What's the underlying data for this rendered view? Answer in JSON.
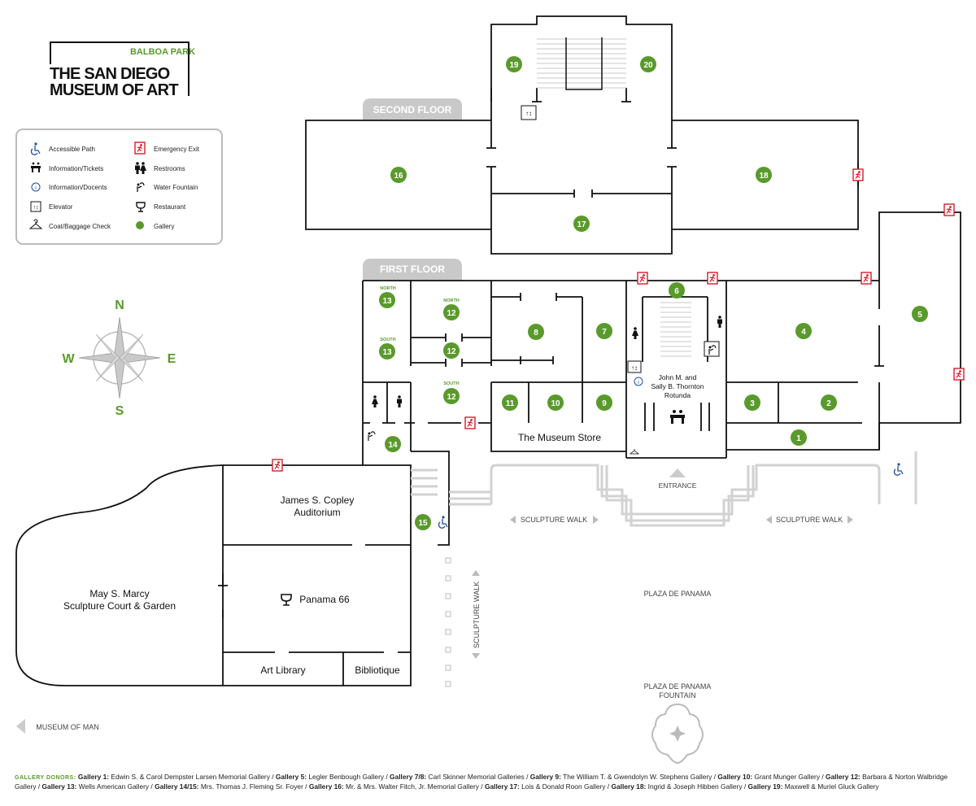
{
  "logo": {
    "top_line": "BALBOA PARK",
    "name_line1": "THE SAN DIEGO",
    "name_line2": "MUSEUM OF ART"
  },
  "colors": {
    "gallery_green": "#5a9a2c",
    "emergency_red": "#d21f2a",
    "accessible_blue": "#1f4fa0",
    "floor_tab_gray": "#c9c9c9",
    "wall": "#111111"
  },
  "floors": {
    "second": "SECOND FLOOR",
    "first": "FIRST FLOOR"
  },
  "legend": [
    {
      "icon": "accessible-icon",
      "label": "Accessible Path"
    },
    {
      "icon": "emergency-exit-icon",
      "label": "Emergency Exit"
    },
    {
      "icon": "information-tickets-icon",
      "label": "Information/Tickets"
    },
    {
      "icon": "restrooms-icon",
      "label": "Restrooms"
    },
    {
      "icon": "information-docents-icon",
      "label": "Information/Docents"
    },
    {
      "icon": "water-fountain-icon",
      "label": "Water Fountain"
    },
    {
      "icon": "elevator-icon",
      "label": "Elevator"
    },
    {
      "icon": "restaurant-icon",
      "label": "Restaurant"
    },
    {
      "icon": "coat-check-icon",
      "label": "Coat/Baggage Check"
    },
    {
      "icon": "gallery-dot-icon",
      "label": "Gallery"
    }
  ],
  "compass": {
    "n": "N",
    "s": "S",
    "e": "E",
    "w": "W"
  },
  "galleries": {
    "g1": "1",
    "g2": "2",
    "g3": "3",
    "g4": "4",
    "g5": "5",
    "g6": "6",
    "g7": "7",
    "g8": "8",
    "g9": "9",
    "g10": "10",
    "g11": "11",
    "g12n": "12",
    "g12m": "12",
    "g12s": "12",
    "g13n": "13",
    "g13s": "13",
    "g14": "14",
    "g15": "15",
    "g16": "16",
    "g17": "17",
    "g18": "18",
    "g19": "19",
    "g20": "20"
  },
  "gallery_tags": {
    "north_a": "NORTH",
    "north_b": "NORTH",
    "south_a": "SOUTH",
    "south_b": "SOUTH"
  },
  "places": {
    "rotunda_1": "John M. and",
    "rotunda_2": "Sally B. Thornton",
    "rotunda_3": "Rotunda",
    "store": "The Museum Store",
    "entrance": "ENTRANCE",
    "auditorium_1": "James S. Copley",
    "auditorium_2": "Auditorium",
    "sculpture_court_1": "May S. Marcy",
    "sculpture_court_2": "Sculpture Court & Garden",
    "restaurant": "Panama 66",
    "art_library": "Art Library",
    "bibliotique": "Bibliotique",
    "sculpture_walk_left": "SCULPTURE WALK",
    "sculpture_walk_right": "SCULPTURE WALK",
    "sculpture_walk_vertical": "SCULPTURE WALK",
    "plaza": "PLAZA DE PANAMA",
    "fountain_1": "PLAZA DE PANAMA",
    "fountain_2": "FOUNTAIN",
    "museum_of_man": "MUSEUM OF MAN"
  },
  "donors": {
    "heading": "GALLERY DONORS:",
    "entries": [
      {
        "g": "Gallery 1:",
        "t": " Edwin S. & Carol Dempster Larsen Memorial Gallery / "
      },
      {
        "g": "Gallery 5:",
        "t": " Legler Benbough Gallery / "
      },
      {
        "g": "Gallery 7/8:",
        "t": " Carl Skinner Memorial Galleries / "
      },
      {
        "g": "Gallery 9:",
        "t": " The William T. & Gwendolyn W. Stephens Gallery / "
      },
      {
        "g": "Gallery 10:",
        "t": " Grant Munger Gallery / "
      },
      {
        "g": "Gallery 12:",
        "t": " Barbara & Norton Walbridge Gallery / "
      },
      {
        "g": "Gallery 13:",
        "t": " Wells American Gallery / "
      },
      {
        "g": "Gallery 14/15:",
        "t": " Mrs. Thomas J. Fleming Sr. Foyer / "
      },
      {
        "g": "Gallery 16:",
        "t": " Mr. & Mrs. Walter Fitch, Jr. Memorial Gallery / "
      },
      {
        "g": "Gallery 17:",
        "t": " Lois & Donald Roon Gallery / "
      },
      {
        "g": "Gallery 18:",
        "t": " Ingrid & Joseph Hibben Gallery / "
      },
      {
        "g": "Gallery 19:",
        "t": " Maxwell & Muriel Gluck Gallery"
      }
    ]
  }
}
